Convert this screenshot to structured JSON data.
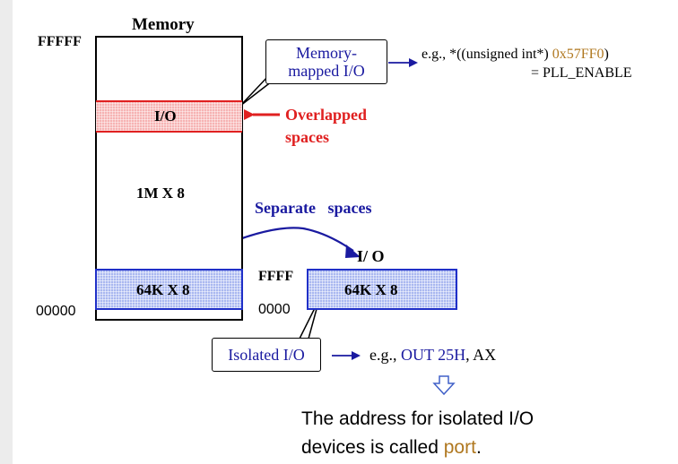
{
  "memory_title": "Memory",
  "addr_top": "FFFFF",
  "addr_bottom": "00000",
  "io_label": "I/O",
  "mem_size": "1M X 8",
  "mem_low_label": "64K X 8",
  "io_space_label": "64K X 8",
  "io_addr_top": "FFFF",
  "io_addr_bottom": "0000",
  "io_space_title": "I/ O",
  "memory_mapped_box": {
    "line1": "Memory-",
    "line2": "mapped I/O"
  },
  "mm_example": {
    "prefix": "e.g., *((unsigned int*) ",
    "address": "0x57FF0",
    "suffix": ")",
    "line2": "= PLL_ENABLE"
  },
  "overlapped": {
    "line1": "Overlapped",
    "line2": "spaces"
  },
  "separate_label": "Separate   spaces",
  "isolated_box": "Isolated I/O",
  "isolated_example": {
    "prefix": "e.g., ",
    "instruction": "OUT 25H",
    "suffix": ", AX"
  },
  "caption": {
    "line1": "The address for isolated I/O",
    "line2_prefix": "devices is called ",
    "port": "port",
    "line2_suffix": "."
  },
  "colors": {
    "red": "#e02020",
    "blue": "#1a1aa0",
    "brown": "#b07820",
    "band_blue": "#2030c8"
  }
}
